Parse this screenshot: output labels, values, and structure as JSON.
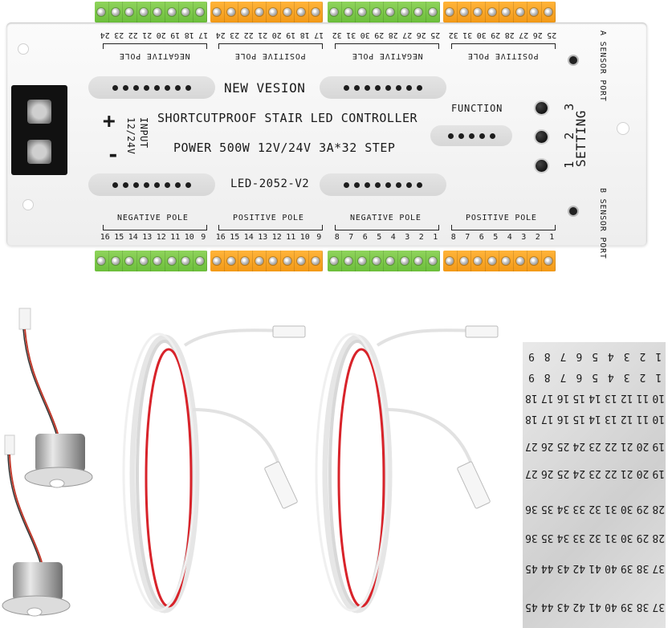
{
  "controller": {
    "title_new": "NEW VESION",
    "title_main": "SHORTCUTPROOF STAIR LED CONTROLLER",
    "spec": "POWER 500W 12V/24V 3A*32 STEP",
    "model": "LED-2052-V2",
    "function_label": "FUNCTION",
    "setting_label": "SETTING",
    "setting_numbers": [
      "3",
      "2",
      "1"
    ],
    "input_label": "INPUT",
    "input_voltage": "12/24V",
    "plus": "+",
    "minus": "-",
    "sensor_a": "A SENSOR PORT",
    "sensor_b": "B SENSOR PORT",
    "top_groups": [
      {
        "pole": "NEGATIVE POLE",
        "numbers": [
          "17",
          "18",
          "19",
          "20",
          "21",
          "22",
          "23",
          "24"
        ]
      },
      {
        "pole": "POSITIVE POLE",
        "numbers": [
          "17",
          "18",
          "19",
          "20",
          "21",
          "22",
          "23",
          "24"
        ]
      },
      {
        "pole": "NEGATIVE POLE",
        "numbers": [
          "25",
          "26",
          "27",
          "28",
          "29",
          "30",
          "31",
          "32"
        ]
      },
      {
        "pole": "POSITIVE POLE",
        "numbers": [
          "25",
          "26",
          "27",
          "28",
          "29",
          "30",
          "31",
          "32"
        ]
      }
    ],
    "bottom_groups": [
      {
        "pole": "NEGATIVE POLE",
        "numbers": [
          "16",
          "15",
          "14",
          "13",
          "12",
          "11",
          "10",
          "9"
        ]
      },
      {
        "pole": "POSITIVE POLE",
        "numbers": [
          "16",
          "15",
          "14",
          "13",
          "12",
          "11",
          "10",
          "9"
        ]
      },
      {
        "pole": "NEGATIVE POLE",
        "numbers": [
          "8",
          "7",
          "6",
          "5",
          "4",
          "3",
          "2",
          "1"
        ]
      },
      {
        "pole": "POSITIVE POLE",
        "numbers": [
          "8",
          "7",
          "6",
          "5",
          "4",
          "3",
          "2",
          "1"
        ]
      }
    ]
  },
  "sticker_rows": [
    [
      "1",
      "2",
      "3",
      "4",
      "5",
      "6",
      "7",
      "8",
      "9"
    ],
    [
      "1",
      "2",
      "3",
      "4",
      "5",
      "6",
      "7",
      "8",
      "9"
    ],
    [
      "10",
      "11",
      "12",
      "13",
      "14",
      "15",
      "16",
      "17",
      "18"
    ],
    [
      "10",
      "11",
      "12",
      "13",
      "14",
      "15",
      "16",
      "17",
      "18"
    ],
    [
      "19",
      "20",
      "21",
      "22",
      "23",
      "24",
      "25",
      "26",
      "27"
    ],
    [
      "19",
      "20",
      "21",
      "22",
      "23",
      "24",
      "25",
      "26",
      "27"
    ],
    [
      "28",
      "29",
      "30",
      "31",
      "32",
      "33",
      "34",
      "35",
      "36"
    ],
    [
      "28",
      "29",
      "30",
      "31",
      "32",
      "33",
      "34",
      "35",
      "36"
    ],
    [
      "37",
      "38",
      "39",
      "40",
      "41",
      "42",
      "43",
      "44",
      "45"
    ],
    [
      "37",
      "38",
      "39",
      "40",
      "41",
      "42",
      "43",
      "44",
      "45"
    ]
  ],
  "colors": {
    "green_terminal": "#7cc94a",
    "orange_terminal": "#f7a425",
    "board": "#f4f4f4",
    "wire_red": "#d8232a",
    "wire_white": "#f2f2f2"
  }
}
